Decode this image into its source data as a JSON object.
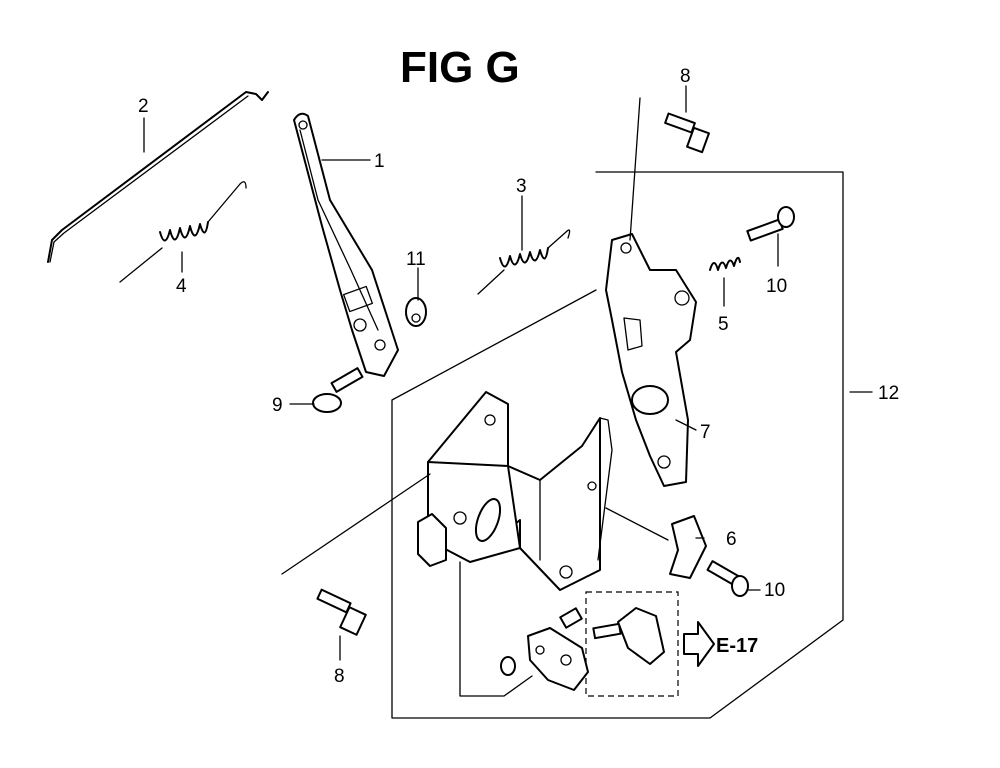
{
  "figure": {
    "title": "FIG G",
    "reference_label": "E-17"
  },
  "callouts": [
    {
      "id": "c1",
      "number": "1"
    },
    {
      "id": "c2",
      "number": "2"
    },
    {
      "id": "c3",
      "number": "3"
    },
    {
      "id": "c4",
      "number": "4"
    },
    {
      "id": "c5",
      "number": "5"
    },
    {
      "id": "c6",
      "number": "6"
    },
    {
      "id": "c7",
      "number": "7"
    },
    {
      "id": "c8a",
      "number": "8"
    },
    {
      "id": "c8b",
      "number": "8"
    },
    {
      "id": "c9",
      "number": "9"
    },
    {
      "id": "c10a",
      "number": "10"
    },
    {
      "id": "c10b",
      "number": "10"
    },
    {
      "id": "c11",
      "number": "11"
    },
    {
      "id": "c12",
      "number": "12"
    }
  ]
}
